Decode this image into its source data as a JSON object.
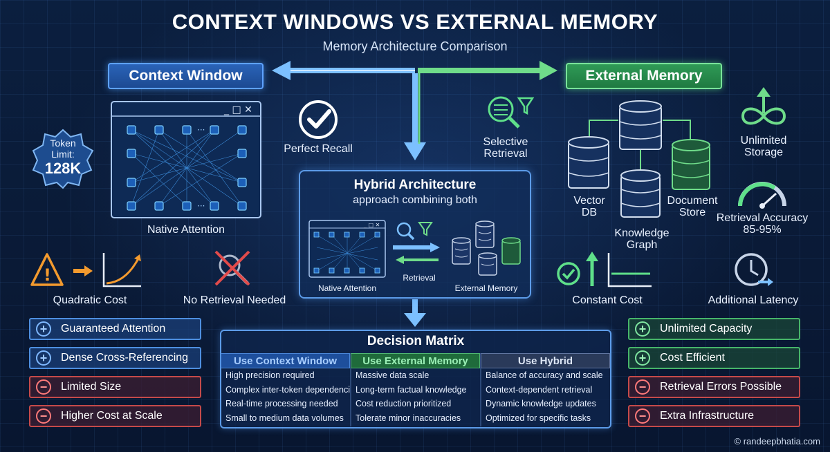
{
  "header": {
    "title": "CONTEXT WINDOWS VS EXTERNAL MEMORY",
    "subtitle": "Memory Architecture Comparison"
  },
  "left": {
    "heading": "Context Window",
    "token_badge": {
      "line1": "Token",
      "line2": "Limit:",
      "value": "128K"
    },
    "window_label": "Native Attention",
    "cost_label": "Quadratic Cost",
    "no_retrieval_label": "No Retrieval Needed",
    "items": [
      {
        "sign": "+",
        "label": "Guaranteed Attention"
      },
      {
        "sign": "+",
        "label": "Dense Cross-Referencing"
      },
      {
        "sign": "−",
        "label": "Limited Size"
      },
      {
        "sign": "−",
        "label": "Higher Cost at Scale"
      }
    ]
  },
  "center": {
    "perfect_recall": "Perfect Recall",
    "selective_retrieval": {
      "line1": "Selective",
      "line2": "Retrieval"
    },
    "hybrid": {
      "title": "Hybrid Architecture",
      "subtitle": "approach combining both",
      "native_label": "Native Attention",
      "retrieval_label": "Retrieval",
      "external_label": "External Memory"
    }
  },
  "right": {
    "heading": "External Memory",
    "vector_db": {
      "line1": "Vector",
      "line2": "DB"
    },
    "knowledge_graph": {
      "line1": "Knowledge",
      "line2": "Graph"
    },
    "document_store": {
      "line1": "Document",
      "line2": "Store"
    },
    "unlimited_storage": {
      "line1": "Unlimited",
      "line2": "Storage"
    },
    "retrieval_accuracy": {
      "line1": "Retrieval Accuracy",
      "line2": "85-95%"
    },
    "constant_cost": "Constant Cost",
    "additional_latency": "Additional Latency",
    "items": [
      {
        "sign": "+",
        "label": "Unlimited Capacity"
      },
      {
        "sign": "+",
        "label": "Cost Efficient"
      },
      {
        "sign": "−",
        "label": "Retrieval Errors Possible"
      },
      {
        "sign": "−",
        "label": "Extra Infrastructure"
      }
    ]
  },
  "matrix": {
    "title": "Decision Matrix",
    "columns": [
      {
        "header": "Use Context Window",
        "rows": [
          "High precision required",
          "Complex inter-token dependencies",
          "Real-time processing needed",
          "Small to medium data volumes"
        ]
      },
      {
        "header": "Use External Memory",
        "rows": [
          "Massive data scale",
          "Long-term factual knowledge",
          "Cost reduction prioritized",
          "Tolerate minor inaccuracies"
        ]
      },
      {
        "header": "Use Hybrid",
        "rows": [
          "Balance of accuracy and scale",
          "Context-dependent retrieval",
          "Dynamic knowledge updates",
          "Optimized for specific tasks"
        ]
      }
    ]
  },
  "footer": {
    "copyright": "© randeepbhatia.com"
  },
  "colors": {
    "blue": "#4e8fe0",
    "green": "#47b56a",
    "red": "#c54a4a",
    "orange": "#f39a2e"
  }
}
